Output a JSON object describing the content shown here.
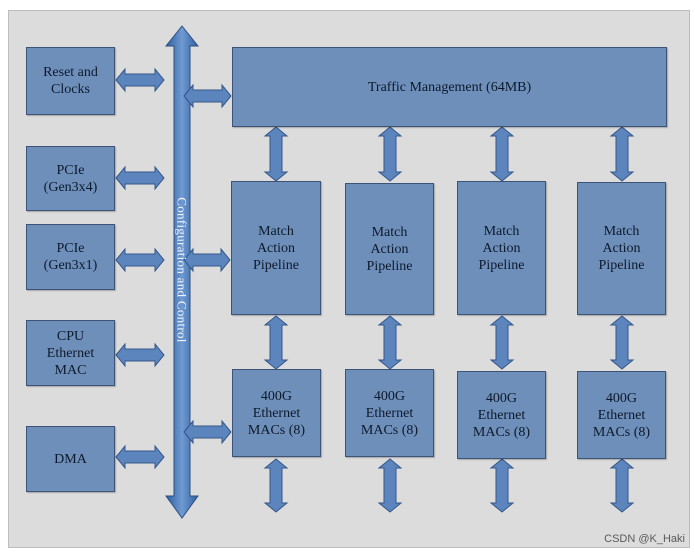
{
  "left_blocks": [
    {
      "label": "Reset and\nClocks"
    },
    {
      "label": "PCIe\n(Gen3x4)"
    },
    {
      "label": "PCIe\n(Gen3x1)"
    },
    {
      "label": "CPU\nEthernet\nMAC"
    },
    {
      "label": "DMA"
    }
  ],
  "bus_label": "Configuration and Control",
  "traffic_management": "Traffic Management (64MB)",
  "pipelines": [
    {
      "label": "Match\nAction\nPipeline"
    },
    {
      "label": "Match\nAction\nPipeline"
    },
    {
      "label": "Match\nAction\nPipeline"
    },
    {
      "label": "Match\nAction\nPipeline"
    }
  ],
  "macs": [
    {
      "label": "400G\nEthernet\nMACs (8)"
    },
    {
      "label": "400G\nEthernet\nMACs (8)"
    },
    {
      "label": "400G\nEthernet\nMACs (8)"
    },
    {
      "label": "400G\nEthernet\nMACs (8)"
    }
  ],
  "watermark": "CSDN @K_Haki",
  "colors": {
    "block_fill": "#6f8fbb",
    "block_border": "#3d5478",
    "arrow_fill": "#5c84bd",
    "bus_fill": "#4a78b8",
    "panel_bg": "#dcdcdc"
  }
}
